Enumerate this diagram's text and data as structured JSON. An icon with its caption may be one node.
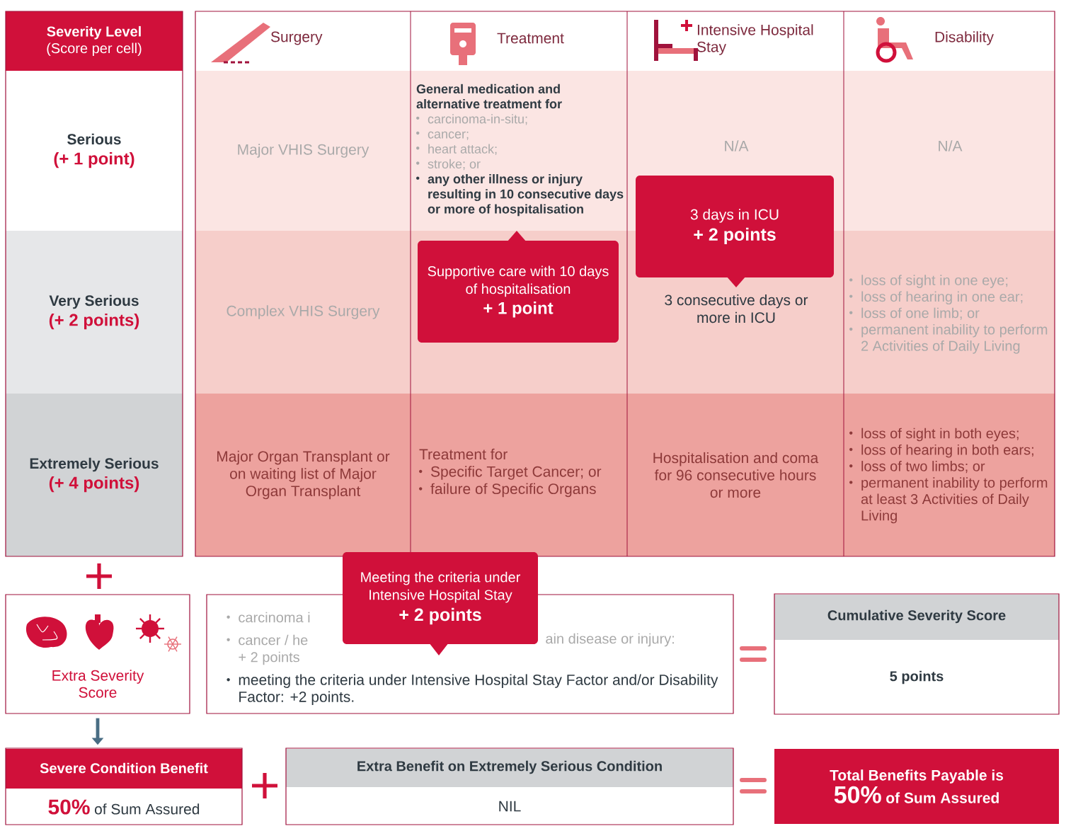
{
  "diagram": {
    "nodes": [
      {
        "text": [
          "Severity Level",
          "(Score per cell)"
        ]
      },
      {
        "text": [
          "Serious",
          "(+ 1 point)"
        ]
      },
      {
        "text": [
          "Very Serious",
          "(+ 2 points)"
        ]
      },
      {
        "text": [
          "Extremely Serious",
          "(+ 4 points)"
        ]
      },
      {
        "text": [
          "Surgery"
        ]
      },
      {
        "text": [
          "Treatment"
        ]
      },
      {
        "text": [
          "Intensive Hospital Stay"
        ]
      },
      {
        "text": [
          "Disability"
        ]
      },
      {
        "text": [
          "Major VHIS Surgery"
        ]
      },
      {
        "text": [
          "General medication and alternative treatment for",
          "carcinoma-in-situ;",
          "cancer;",
          "heart attack;",
          "stroke; or",
          "any other illness or injury resulting in 10 consecutive days or more of hospitalisation"
        ]
      },
      {
        "text": [
          "N/A"
        ]
      },
      {
        "text": [
          "N/A"
        ]
      },
      {
        "text": [
          "Complex VHIS Surgery"
        ]
      },
      {
        "text": [
          "3 consecutive days or more in ICU"
        ]
      },
      {
        "text": [
          "loss of sight in one eye;",
          "loss of hearing in one ear;",
          "loss of one limb; or",
          "permanent inability to perform 2 Activities of Daily Living"
        ]
      },
      {
        "text": [
          "Major Organ Transplant or on waiting list of Major Organ Transplant"
        ]
      },
      {
        "text": [
          "Treatment for",
          "Specific Target Cancer; or",
          "failure of Specific Organs"
        ]
      },
      {
        "text": [
          "Hospitalisation and coma for 96 consecutive hours or more"
        ]
      },
      {
        "text": [
          "loss of sight in both eyes;",
          "loss of hearing in both ears;",
          "loss of two limbs; or",
          "permanent inability to perform at least 3 Activities of Daily Living"
        ]
      },
      {
        "text": [
          "Supportive care with 10 days of hospitalisation",
          "+ 1 point"
        ]
      },
      {
        "text": [
          "3 days in ICU",
          "+ 2 points"
        ]
      },
      {
        "text": [
          "Extra Severity Score"
        ]
      },
      {
        "text": [
          "carcinoma i",
          "cancer / he",
          "ain disease or injury:",
          "+ 2 points",
          "meeting the criteria under Intensive Hospital Stay Factor and/or Disability Factor: +2 points."
        ]
      },
      {
        "text": [
          "Meeting the criteria under Intensive Hospital Stay",
          "+ 2 points"
        ]
      },
      {
        "text": [
          "Cumulative Severity Score",
          "5 points"
        ]
      },
      {
        "text": [
          "Severe Condition Benefit",
          "50%",
          "of Sum Assured"
        ]
      },
      {
        "text": [
          "Extra Benefit on Extremely Serious Condition",
          "NIL"
        ]
      },
      {
        "text": [
          "Total Benefits Payable is",
          "50%",
          "of Sum Assured"
        ]
      }
    ],
    "edges": [
      {
        "from": 21,
        "to": 25,
        "arrow": "to",
        "color": "#5a6770"
      }
    ]
  }
}
